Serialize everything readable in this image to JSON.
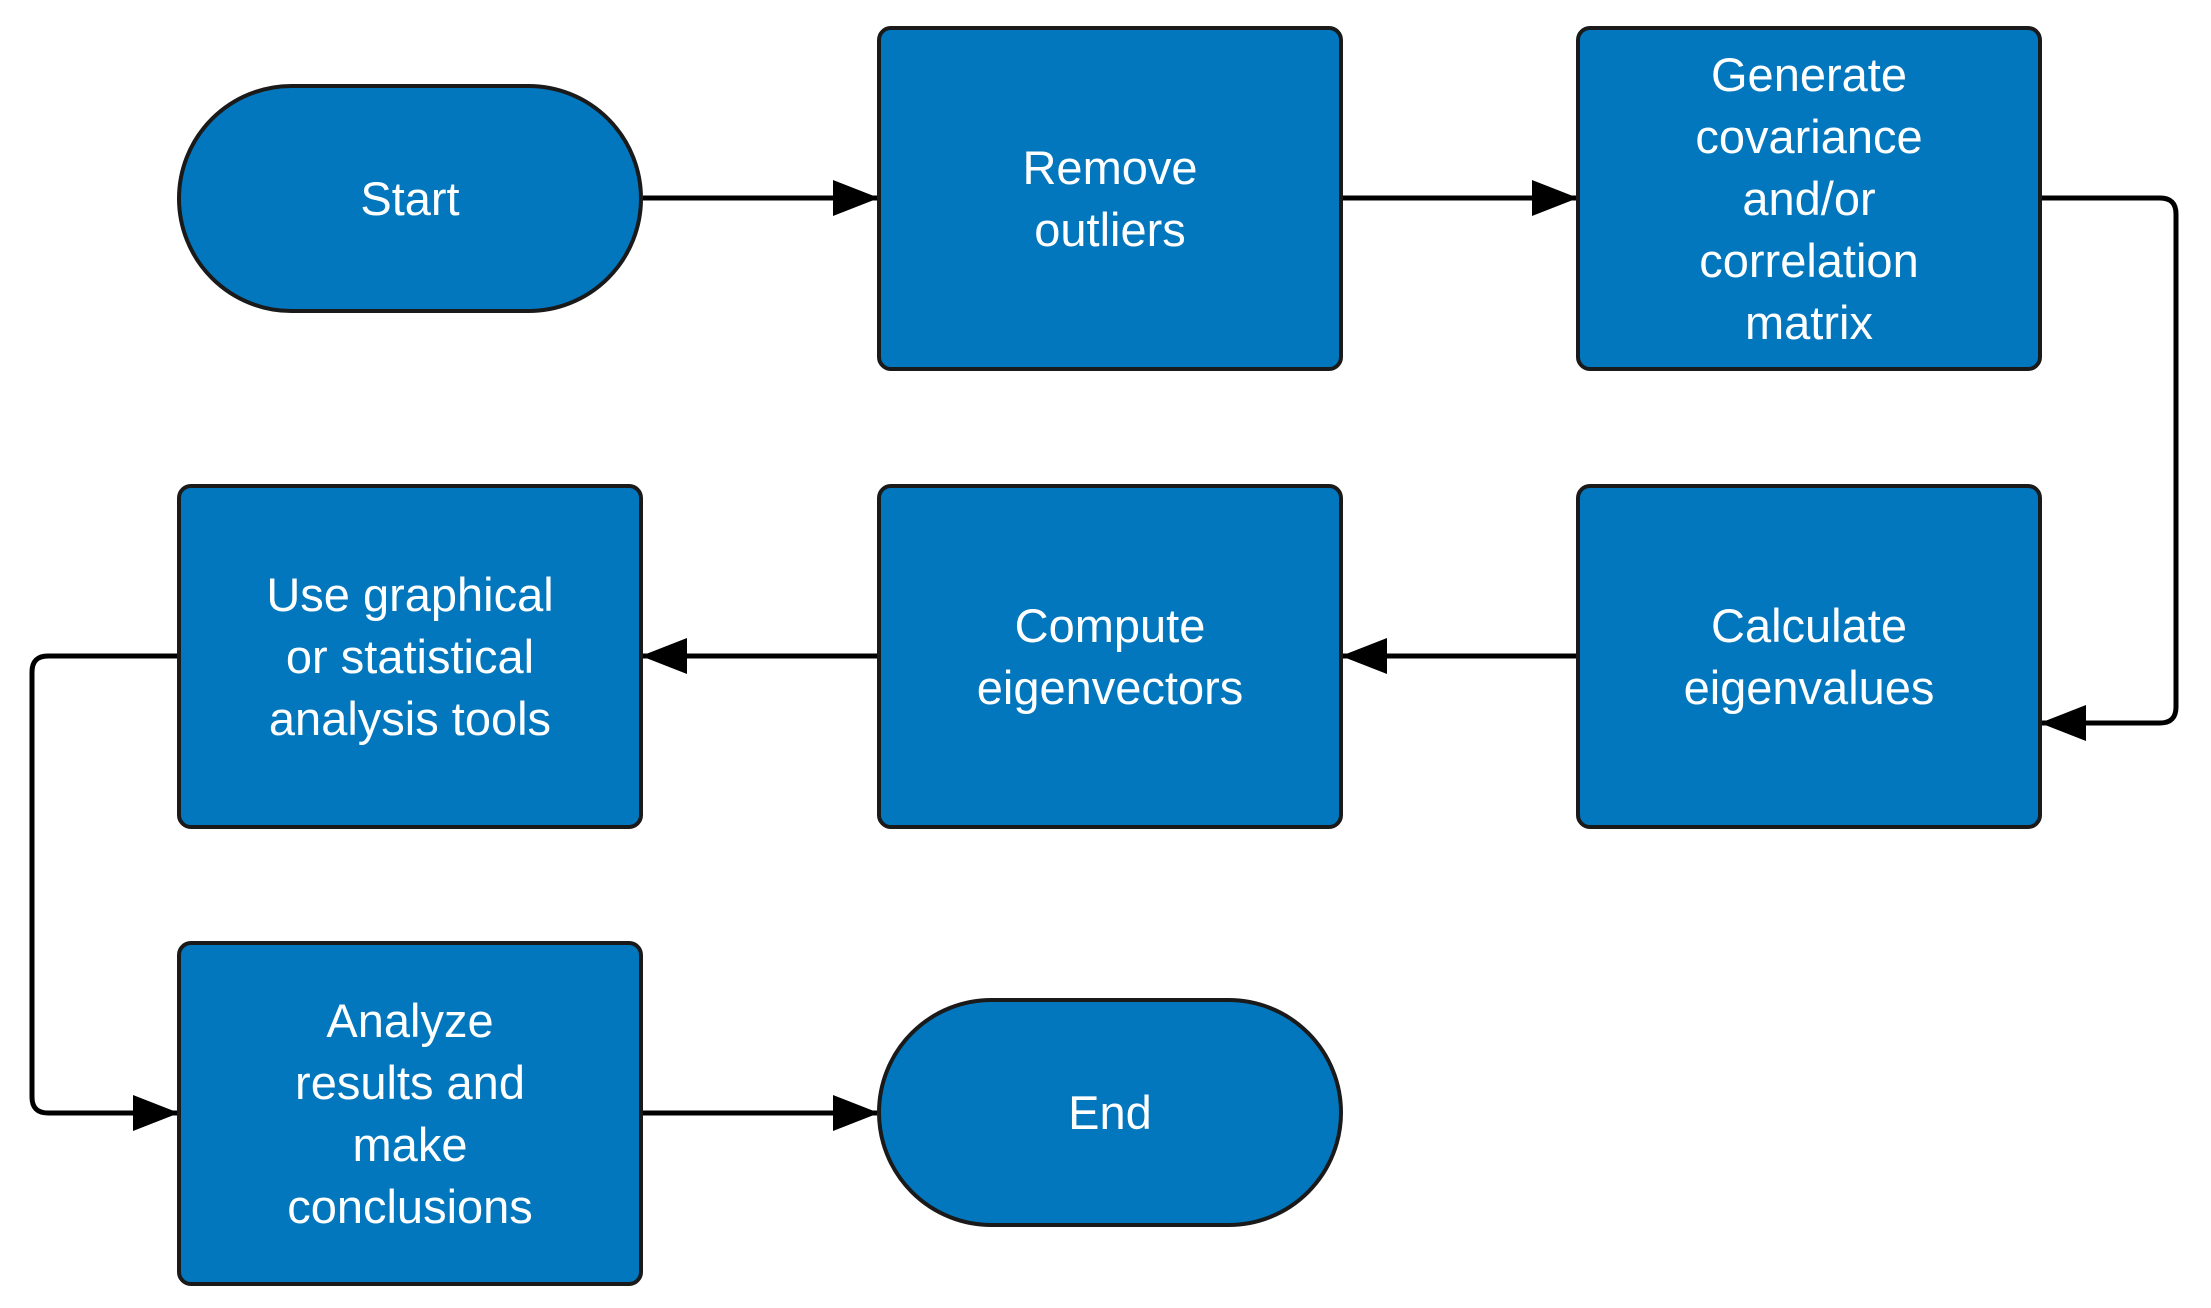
{
  "diagram": {
    "type": "flowchart",
    "colors": {
      "node_fill": "#0277bd",
      "node_border": "#1a1a1a",
      "node_text": "#ffffff",
      "connector": "#000000",
      "background": "#ffffff"
    },
    "nodes": [
      {
        "id": "start",
        "shape": "terminal",
        "lines": [
          "Start"
        ]
      },
      {
        "id": "remove-outliers",
        "shape": "process",
        "lines": [
          "Remove",
          "outliers"
        ]
      },
      {
        "id": "generate-matrix",
        "shape": "process",
        "lines": [
          "Generate",
          "covariance",
          "and/or",
          "correlation",
          "matrix"
        ]
      },
      {
        "id": "calculate-eigenvalues",
        "shape": "process",
        "lines": [
          "Calculate",
          "eigenvalues"
        ]
      },
      {
        "id": "compute-eigenvectors",
        "shape": "process",
        "lines": [
          "Compute",
          "eigenvectors"
        ]
      },
      {
        "id": "use-tools",
        "shape": "process",
        "lines": [
          "Use graphical",
          "or statistical",
          "analysis tools"
        ]
      },
      {
        "id": "analyze-results",
        "shape": "process",
        "lines": [
          "Analyze",
          "results and",
          "make",
          "conclusions"
        ]
      },
      {
        "id": "end",
        "shape": "terminal",
        "lines": [
          "End"
        ]
      }
    ],
    "edges": [
      {
        "from": "start",
        "to": "remove-outliers"
      },
      {
        "from": "remove-outliers",
        "to": "generate-matrix"
      },
      {
        "from": "generate-matrix",
        "to": "calculate-eigenvalues"
      },
      {
        "from": "calculate-eigenvalues",
        "to": "compute-eigenvectors"
      },
      {
        "from": "compute-eigenvectors",
        "to": "use-tools"
      },
      {
        "from": "use-tools",
        "to": "analyze-results"
      },
      {
        "from": "analyze-results",
        "to": "end"
      }
    ]
  }
}
